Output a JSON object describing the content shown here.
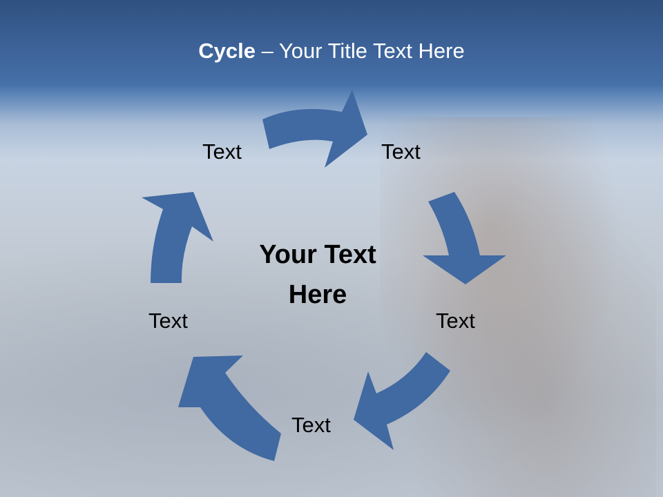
{
  "title": {
    "bold": "Cycle",
    "rest": " – Your Title Text Here"
  },
  "center_text": {
    "line1": "Your Text",
    "line2": "Here"
  },
  "nodes": [
    {
      "label": "Text",
      "position": "top-right"
    },
    {
      "label": "Text",
      "position": "right"
    },
    {
      "label": "Text",
      "position": "bottom"
    },
    {
      "label": "Text",
      "position": "left"
    },
    {
      "label": "Text",
      "position": "top-left"
    }
  ],
  "colors": {
    "arrow": "#4169a2",
    "title_text": "#ffffff",
    "body_text": "#000000"
  }
}
